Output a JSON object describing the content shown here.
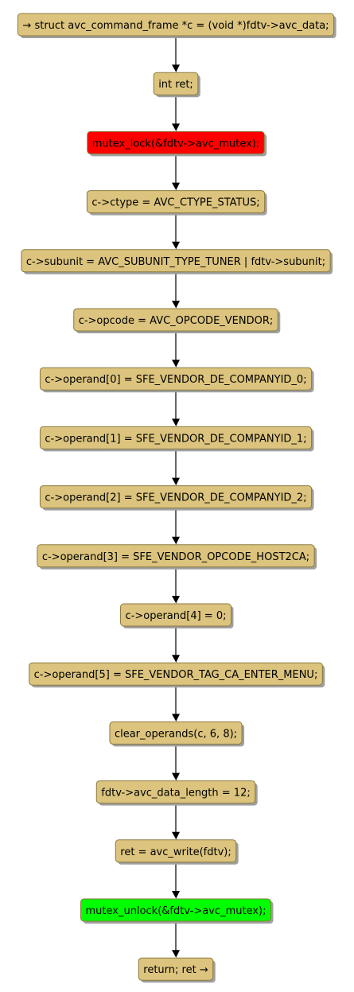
{
  "diagram": {
    "type": "activity-flowchart",
    "colors": {
      "default_fill": "#dcc47e",
      "border": "#8a7a3e",
      "lock_fill": "#ff0000",
      "unlock_fill": "#00ff00",
      "edge": "#000000"
    },
    "nodes": [
      {
        "id": "entry",
        "text": "→ struct avc_command_frame *c = (void *)fdtv->avc_data;",
        "role": "entry"
      },
      {
        "id": "decl-ret",
        "text": "int ret;",
        "role": "normal"
      },
      {
        "id": "mutex-lock",
        "text": "mutex_lock(&fdtv->avc_mutex);",
        "role": "lock"
      },
      {
        "id": "set-ctype",
        "text": "c->ctype   = AVC_CTYPE_STATUS;",
        "role": "normal"
      },
      {
        "id": "set-subunit",
        "text": "c->subunit = AVC_SUBUNIT_TYPE_TUNER | fdtv->subunit;",
        "role": "normal"
      },
      {
        "id": "set-opcode",
        "text": "c->opcode  = AVC_OPCODE_VENDOR;",
        "role": "normal"
      },
      {
        "id": "set-operand-0",
        "text": "c->operand[0] = SFE_VENDOR_DE_COMPANYID_0;",
        "role": "normal"
      },
      {
        "id": "set-operand-1",
        "text": "c->operand[1] = SFE_VENDOR_DE_COMPANYID_1;",
        "role": "normal"
      },
      {
        "id": "set-operand-2",
        "text": "c->operand[2] = SFE_VENDOR_DE_COMPANYID_2;",
        "role": "normal"
      },
      {
        "id": "set-operand-3",
        "text": "c->operand[3] = SFE_VENDOR_OPCODE_HOST2CA;",
        "role": "normal"
      },
      {
        "id": "set-operand-4",
        "text": "c->operand[4] = 0;",
        "role": "normal"
      },
      {
        "id": "set-operand-5",
        "text": "c->operand[5] = SFE_VENDOR_TAG_CA_ENTER_MENU;",
        "role": "normal"
      },
      {
        "id": "clear-operands",
        "text": "clear_operands(c, 6, 8);",
        "role": "normal"
      },
      {
        "id": "set-data-length",
        "text": "fdtv->avc_data_length = 12;",
        "role": "normal"
      },
      {
        "id": "avc-write",
        "text": "ret = avc_write(fdtv);",
        "role": "normal"
      },
      {
        "id": "mutex-unlock",
        "text": "mutex_unlock(&fdtv->avc_mutex);",
        "role": "unlock"
      },
      {
        "id": "return",
        "text": "return; ret →",
        "role": "exit"
      }
    ]
  }
}
